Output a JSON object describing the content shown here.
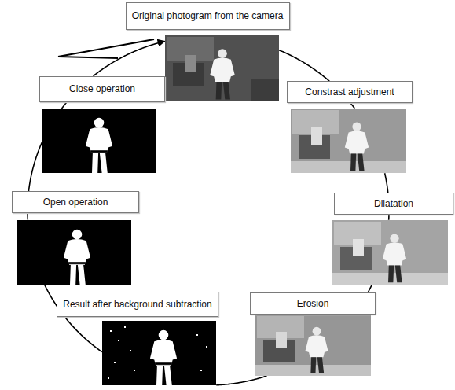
{
  "diagram": {
    "nodes": [
      {
        "text": [
          "Original photogram from the camera"
        ]
      },
      {
        "text": [
          "Constrast adjustment"
        ]
      },
      {
        "text": [
          "Dilatation"
        ]
      },
      {
        "text": [
          "Erosion"
        ]
      },
      {
        "text": [
          "Result after background subtraction"
        ]
      },
      {
        "text": [
          "Open operation"
        ]
      },
      {
        "text": [
          "Close operation"
        ]
      }
    ],
    "edges": [
      {
        "from": 0,
        "to": 1,
        "arrow": "none"
      },
      {
        "from": 1,
        "to": 2,
        "arrow": "none"
      },
      {
        "from": 2,
        "to": 3,
        "arrow": "none"
      },
      {
        "from": 3,
        "to": 4,
        "arrow": "none"
      },
      {
        "from": 4,
        "to": 5,
        "arrow": "none"
      },
      {
        "from": 5,
        "to": 6,
        "arrow": "none"
      },
      {
        "from": 6,
        "to": 0,
        "arrow": "to"
      }
    ]
  }
}
